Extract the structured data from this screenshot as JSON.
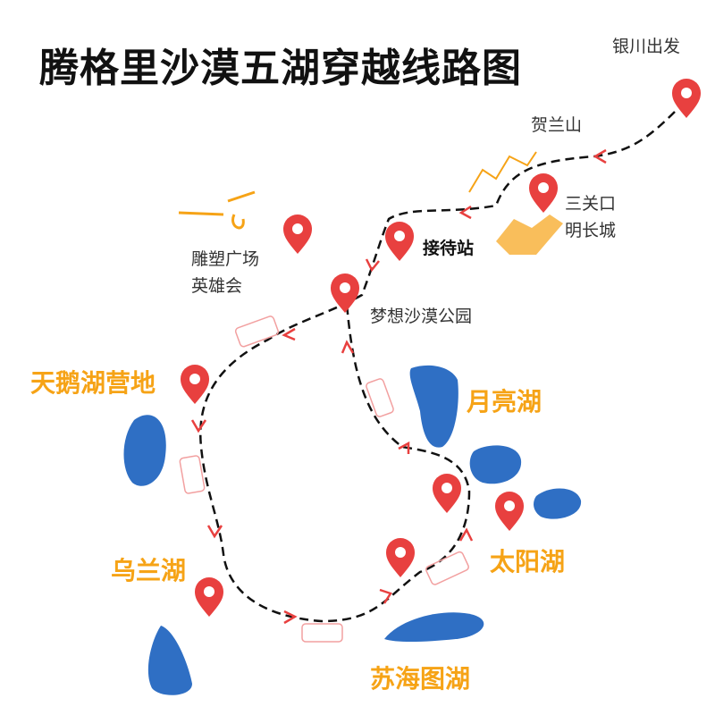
{
  "title": "腾格里沙漠五湖穿越线路图",
  "places": {
    "start": "银川出发",
    "helan": "贺兰山",
    "sanguankou": "三关口",
    "mingchangcheng": "明长城",
    "reception": "接待站",
    "sculpture": "雕塑广场",
    "heroes": "英雄会",
    "dream_park": "梦想沙漠公园"
  },
  "lakes": {
    "swan": "天鹅湖营地",
    "moon": "月亮湖",
    "wulan": "乌兰湖",
    "sun": "太阳湖",
    "suhaitu": "苏海图湖"
  },
  "colors": {
    "pin": "#e8403f",
    "lake": "#2f6fc4",
    "lake_label": "#f6a316",
    "route": "#111111",
    "arrow": "#e8403f"
  }
}
